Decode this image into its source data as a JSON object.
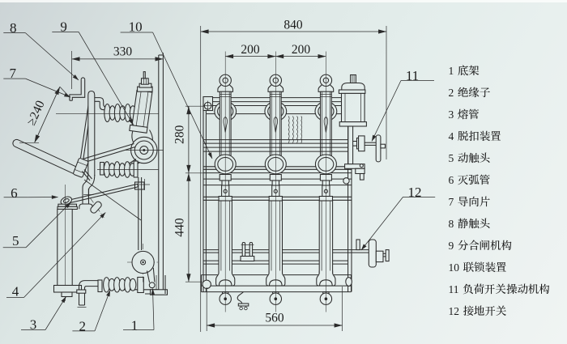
{
  "drawing": {
    "background_light": "#f0f4f3",
    "background_dark": "#ccd4d6",
    "line_color": "#2b2b2b"
  },
  "dimensions": {
    "total_width": {
      "value": "840"
    },
    "pole_pitch_left": {
      "value": "200"
    },
    "pole_pitch_right": {
      "value": "200"
    },
    "side_depth": {
      "value": "330"
    },
    "handle_reach": {
      "value": "≥240"
    },
    "upper_height": {
      "value": "280"
    },
    "lower_height": {
      "value": "440"
    },
    "mounting_width": {
      "value": "560"
    }
  },
  "callouts": [
    {
      "num": "1"
    },
    {
      "num": "2"
    },
    {
      "num": "3"
    },
    {
      "num": "4"
    },
    {
      "num": "5"
    },
    {
      "num": "6"
    },
    {
      "num": "7"
    },
    {
      "num": "8"
    },
    {
      "num": "9"
    },
    {
      "num": "10"
    },
    {
      "num": "11"
    },
    {
      "num": "12"
    }
  ],
  "legend": {
    "items": [
      {
        "num": "1",
        "name": "底架"
      },
      {
        "num": "2",
        "name": "绝缘子"
      },
      {
        "num": "3",
        "name": "熔管"
      },
      {
        "num": "4",
        "name": "脱扣装置"
      },
      {
        "num": "5",
        "name": "动触头"
      },
      {
        "num": "6",
        "name": "灭弧管"
      },
      {
        "num": "7",
        "name": "导向片"
      },
      {
        "num": "8",
        "name": "静触头"
      },
      {
        "num": "9",
        "name": "分合闸机构"
      },
      {
        "num": "10",
        "name": "联锁装置"
      },
      {
        "num": "11",
        "name": "负荷开关操动机构"
      },
      {
        "num": "12",
        "name": "接地开关"
      }
    ]
  }
}
